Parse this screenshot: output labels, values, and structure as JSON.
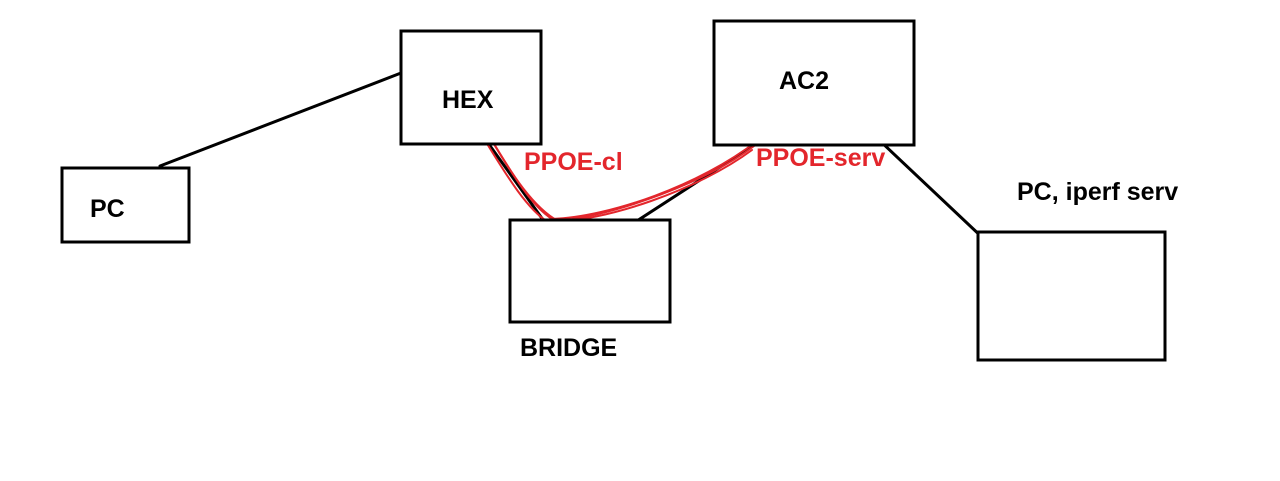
{
  "nodes": {
    "pc_left": "PC",
    "hex": "HEX",
    "ac2": "AC2",
    "bridge": "BRIDGE",
    "pc_iperf": "PC, iperf serv"
  },
  "links": {
    "ppp_client_label": "PPOE-cl",
    "ppp_server_label": "PPOE-serv"
  },
  "colors": {
    "ppp_link": "#e3262c",
    "node_outline": "#000000"
  }
}
